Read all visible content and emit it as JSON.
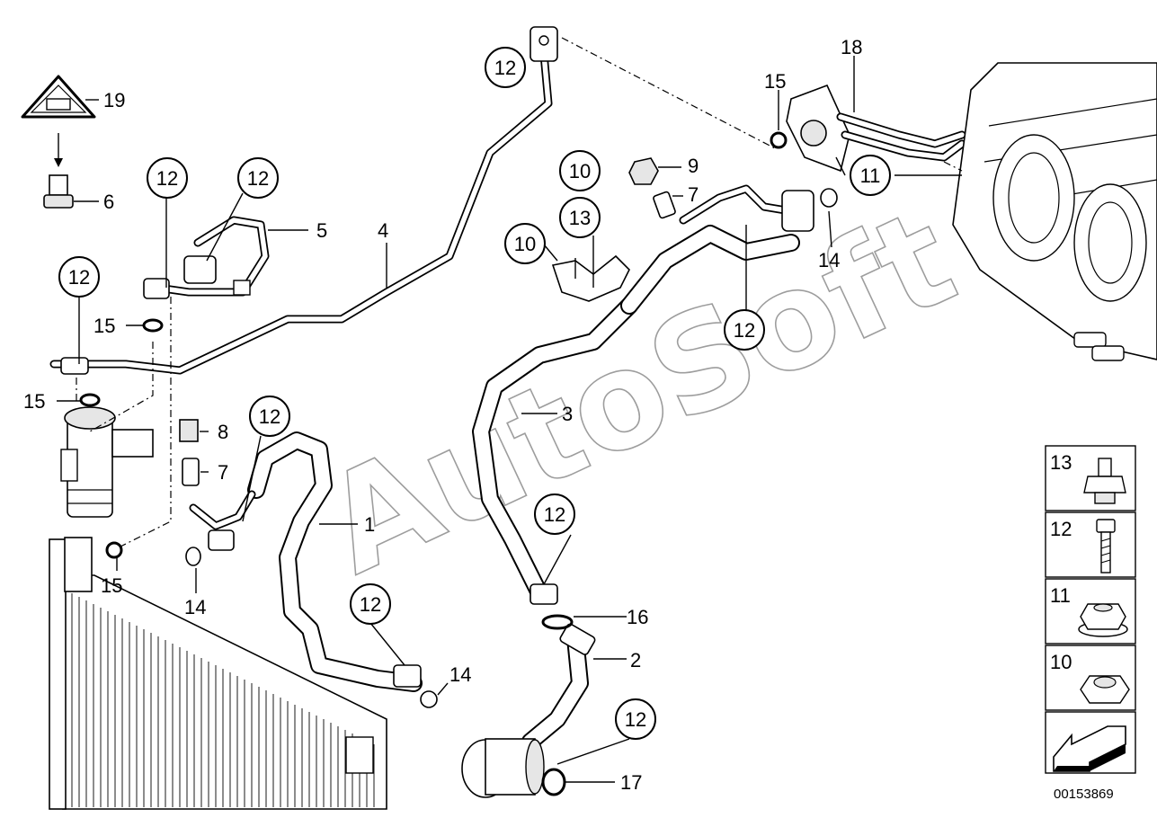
{
  "watermark": "AutoSoft",
  "diagram_id": "00153869",
  "callouts": [
    {
      "id": "c12a",
      "text": "12"
    },
    {
      "id": "c19",
      "text": "19"
    },
    {
      "id": "c6",
      "text": "6"
    },
    {
      "id": "c12b",
      "text": "12"
    },
    {
      "id": "c12c",
      "text": "12"
    },
    {
      "id": "c5",
      "text": "5"
    },
    {
      "id": "c4",
      "text": "4"
    },
    {
      "id": "c12d",
      "text": "12"
    },
    {
      "id": "c15a",
      "text": "15"
    },
    {
      "id": "c15b",
      "text": "15"
    },
    {
      "id": "c8",
      "text": "8"
    },
    {
      "id": "c7a",
      "text": "7"
    },
    {
      "id": "c12e",
      "text": "12"
    },
    {
      "id": "c1",
      "text": "1"
    },
    {
      "id": "c15c",
      "text": "15"
    },
    {
      "id": "c14a",
      "text": "14"
    },
    {
      "id": "c12f",
      "text": "12"
    },
    {
      "id": "c14b",
      "text": "14"
    },
    {
      "id": "c10a",
      "text": "10"
    },
    {
      "id": "c9",
      "text": "9"
    },
    {
      "id": "c7b",
      "text": "7"
    },
    {
      "id": "c13",
      "text": "13"
    },
    {
      "id": "c10b",
      "text": "10"
    },
    {
      "id": "c3",
      "text": "3"
    },
    {
      "id": "c12g",
      "text": "12"
    },
    {
      "id": "c14c",
      "text": "14"
    },
    {
      "id": "c12h",
      "text": "12"
    },
    {
      "id": "c16",
      "text": "16"
    },
    {
      "id": "c2",
      "text": "2"
    },
    {
      "id": "c12i",
      "text": "12"
    },
    {
      "id": "c17",
      "text": "17"
    },
    {
      "id": "c18",
      "text": "18"
    },
    {
      "id": "c15d",
      "text": "15"
    },
    {
      "id": "c11",
      "text": "11"
    }
  ],
  "legend": [
    {
      "num": "13",
      "icon": "clip-fastener-icon"
    },
    {
      "num": "12",
      "icon": "bolt-icon"
    },
    {
      "num": "11",
      "icon": "collar-nut-icon"
    },
    {
      "num": "10",
      "icon": "hex-nut-icon"
    }
  ],
  "nav_icon": "arrow-back-icon"
}
